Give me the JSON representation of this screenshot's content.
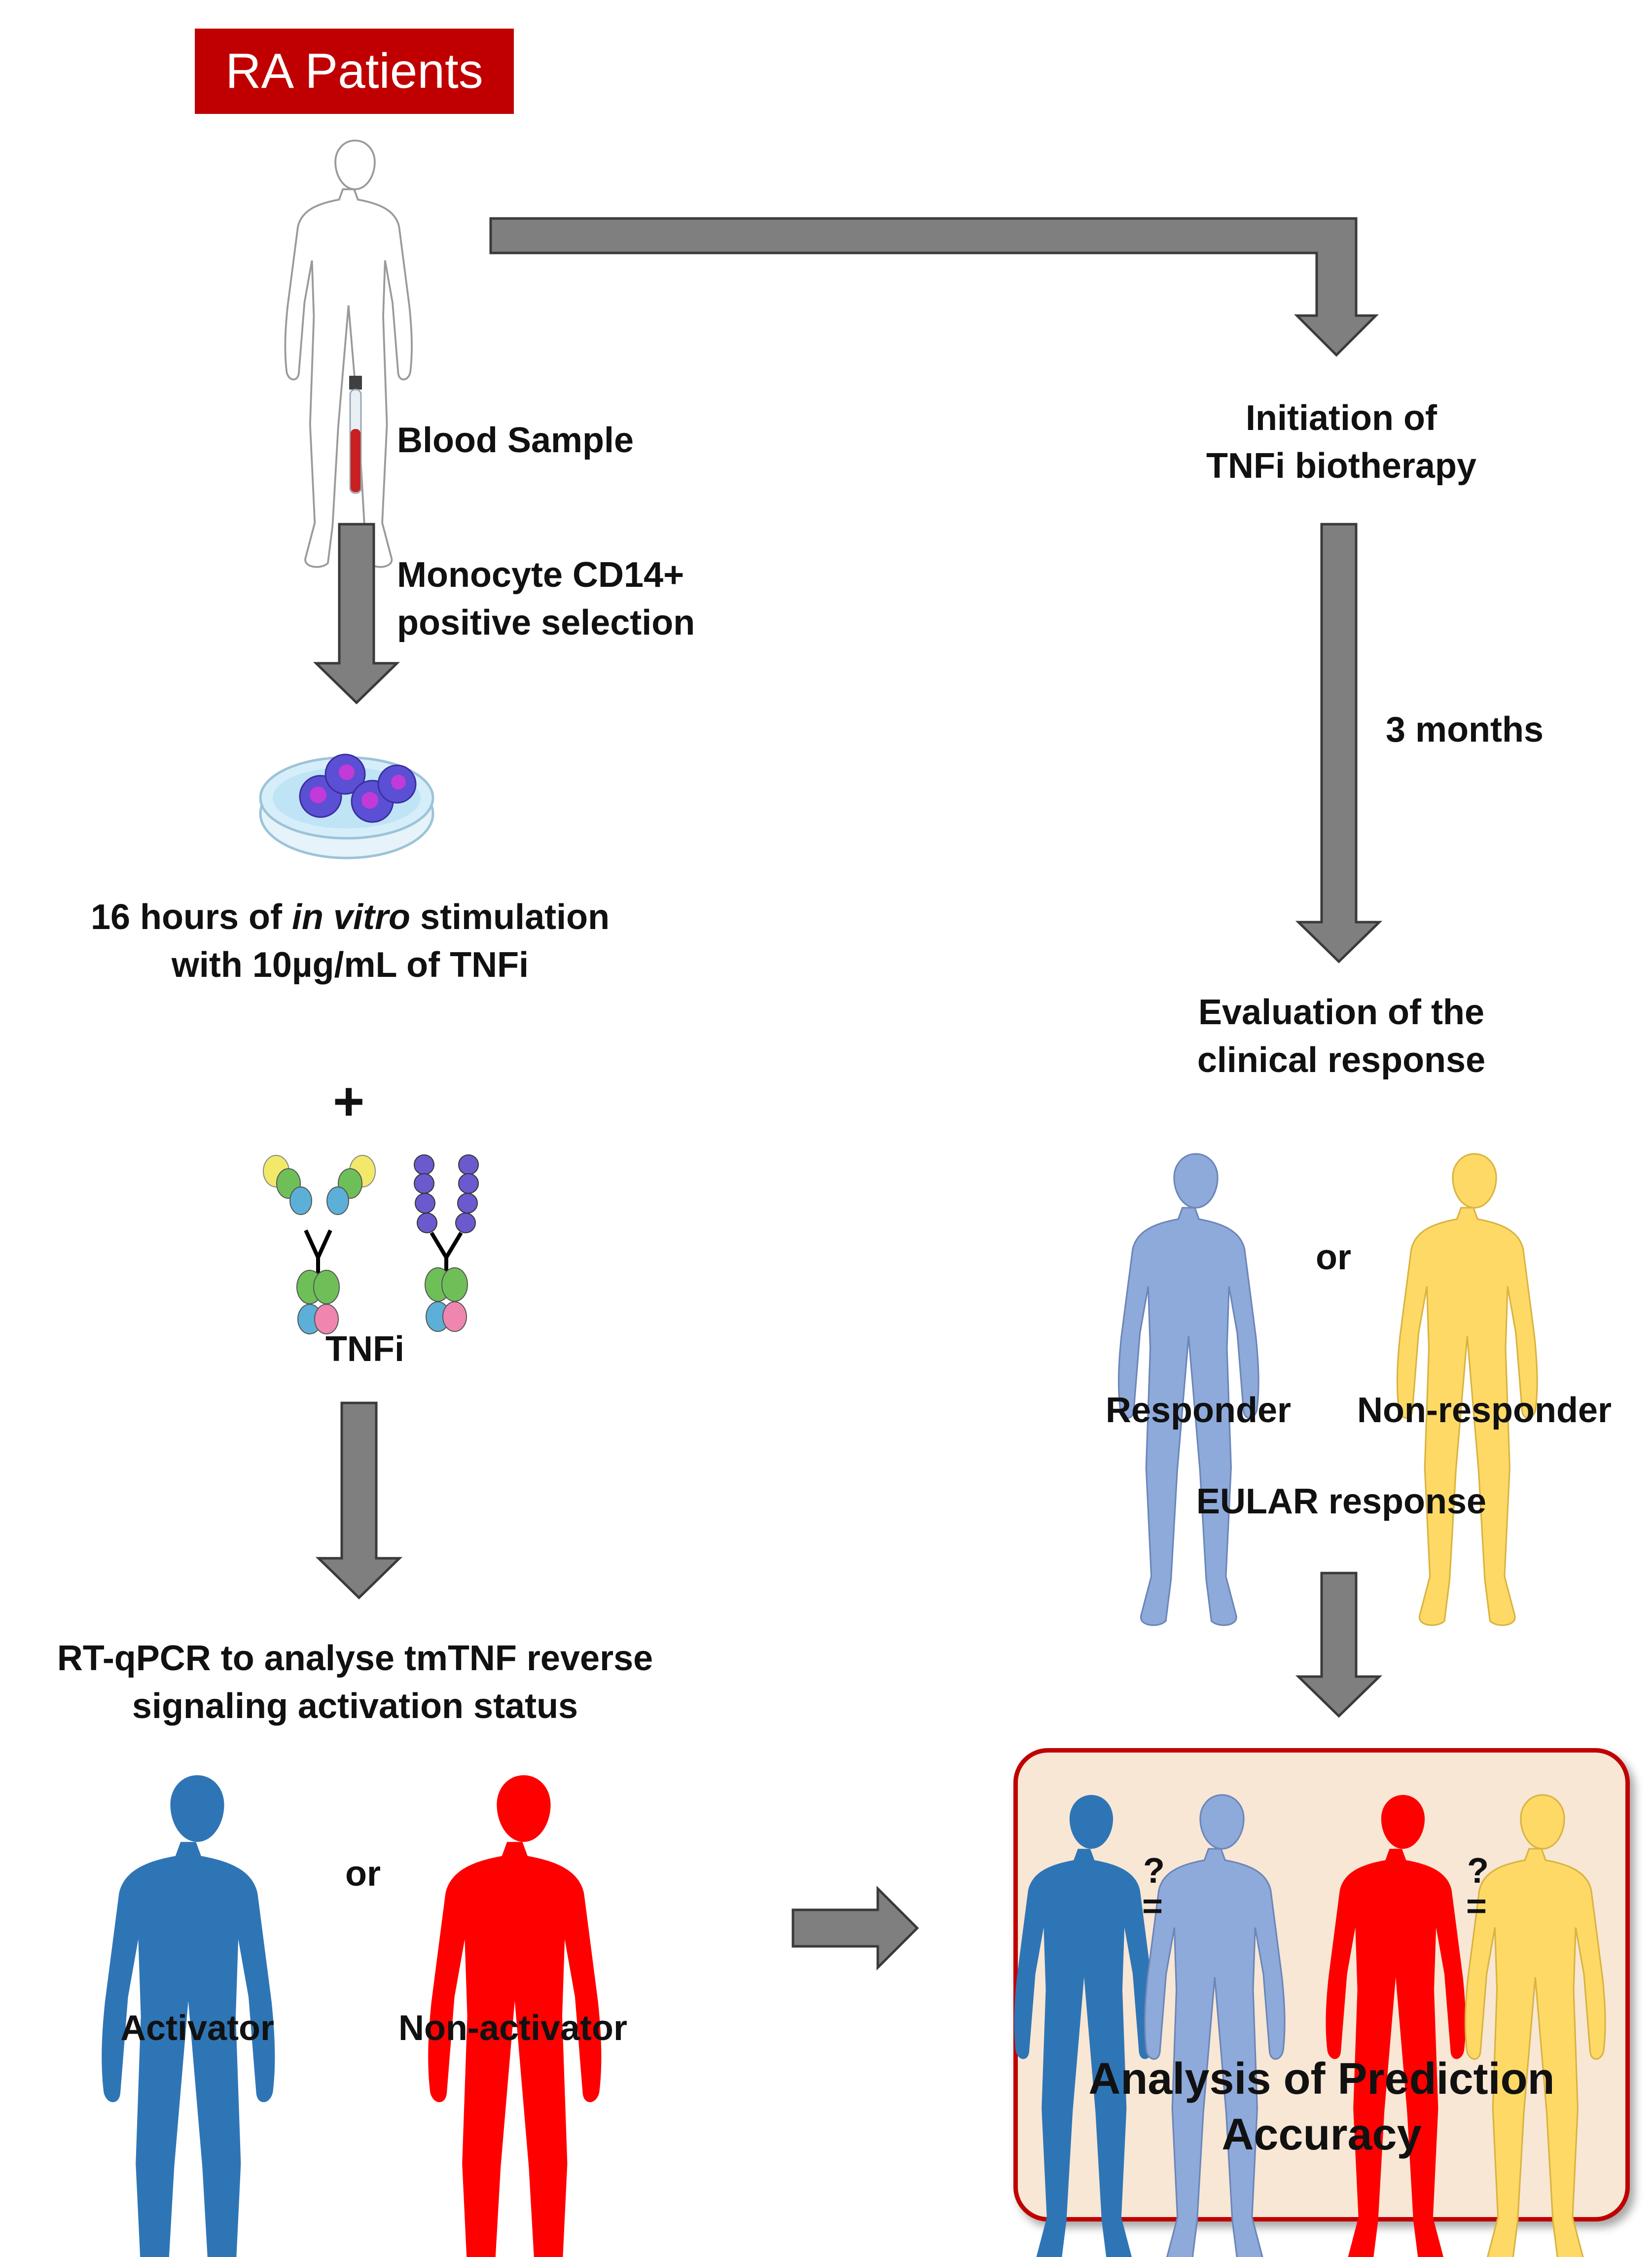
{
  "title": "RA Patients",
  "labels": {
    "blood_sample": "Blood Sample",
    "monocyte_line1": "Monocyte CD14+",
    "monocyte_line2": "positive selection",
    "stim_line1_pre": "16 hours of ",
    "stim_line1_italic": "in vitro",
    "stim_line1_post": " stimulation",
    "stim_line2": "with 10µg/mL of TNFi",
    "plus": "+",
    "tnfi": "TNFi",
    "rtqpcr_line1": "RT-qPCR to analyse tmTNF reverse",
    "rtqpcr_line2": "signaling activation status",
    "or_left": "or",
    "activator": "Activator",
    "non_activator": "Non-activator",
    "initiation_line1": "Initiation of",
    "initiation_line2": "TNFi biotherapy",
    "three_months": "3 months",
    "evaluation_line1": "Evaluation of the",
    "evaluation_line2": "clinical response",
    "or_right": "or",
    "responder": "Responder",
    "non_responder": "Non-responder",
    "eular": "EULAR response",
    "analysis_line1": "Analysis of Prediction",
    "analysis_line2": "Accuracy",
    "question1": "?",
    "equals1": "=",
    "question2": "?",
    "equals2": "="
  },
  "colors": {
    "title_bg": "#c00000",
    "arrow_fill": "#7f7f7f",
    "activator": "#2e75b6",
    "non_activator": "#ff0000",
    "responder": "#8eaadb",
    "non_responder": "#ffd966",
    "result_bg": "#f8e7d5",
    "result_border": "#c00000"
  },
  "icons": [
    "person-outline-icon",
    "blood-tube-icon",
    "petri-dish-icon",
    "antibody-icon",
    "fusion-protein-icon"
  ]
}
